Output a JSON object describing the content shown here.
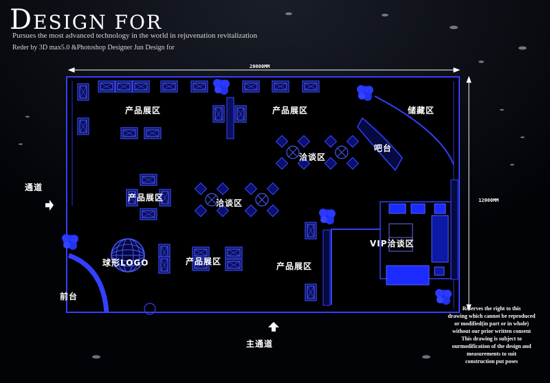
{
  "header": {
    "title_initial": "D",
    "title_rest": "ESIGN FOR",
    "subtitle": "Pursues the most advanced technology in the world in rejuvenation revitalization",
    "credit": "Reder by 3D max5.0 &Photoshop  Designer  Jun   Design for"
  },
  "dimensions": {
    "width_label": "20000MM",
    "height_label": "12000MM"
  },
  "zones": {
    "product_top_left": "产品展区",
    "product_top_mid": "产品展区",
    "storage": "储藏区",
    "bar": "吧台",
    "negotiation_top": "洽谈区",
    "product_left": "产品展区",
    "negotiation_mid": "洽谈区",
    "vip": "VIP洽谈区",
    "ball_logo": "球形LOGO",
    "product_bottom_mid": "产品展区",
    "product_bottom_right": "产品展区",
    "reception": "前台"
  },
  "labels": {
    "passage": "通道",
    "main_passage": "主通道"
  },
  "notice": [
    "Reserves the right to this",
    "drawing which cannot be reproduced",
    "or modified(in part or in whole)",
    "without our prior written consent",
    "This drawing is subject to",
    "ourmodification of the design and",
    "measurements to suit",
    "construction put poses"
  ],
  "colors": {
    "background": "#020307",
    "floorplan_blue": "#2233ff",
    "wall": "#3340ff",
    "text": "#ffffff"
  }
}
